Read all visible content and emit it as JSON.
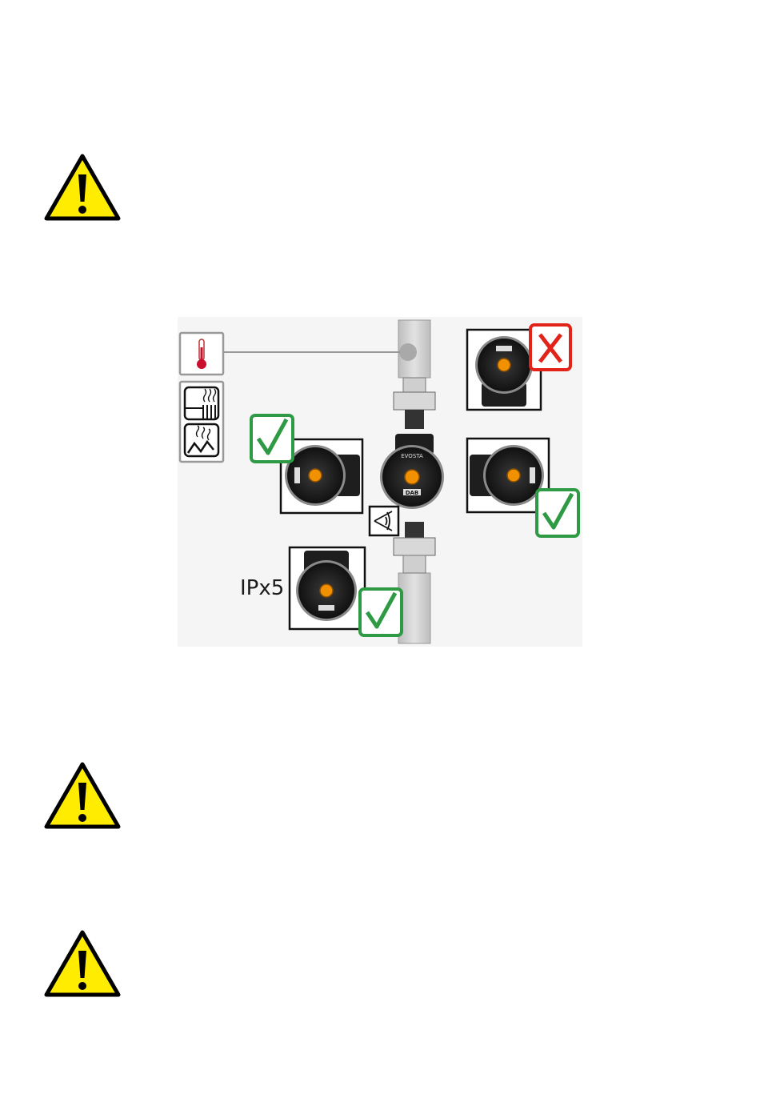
{
  "warning_icons": [
    {
      "name": "warning-icon",
      "color": "#FFEC00"
    },
    {
      "name": "warning-icon",
      "color": "#FFEC00"
    },
    {
      "name": "warning-icon",
      "color": "#FFEC00"
    }
  ],
  "diagram": {
    "protection_label": "IPx5",
    "pump_brand_badge": "DAB",
    "pump_model_label": "EVOSTA",
    "status_icons": {
      "ok": {
        "icon": "check-icon",
        "color": "#2E9A44"
      },
      "not_allowed": {
        "icon": "cross-icon",
        "color": "#E2231A"
      }
    },
    "side_icons": [
      "thermometer-icon",
      "radiator-icon",
      "underfloor-heating-icon",
      "eye-icon"
    ],
    "accent_color": "#F29100"
  }
}
